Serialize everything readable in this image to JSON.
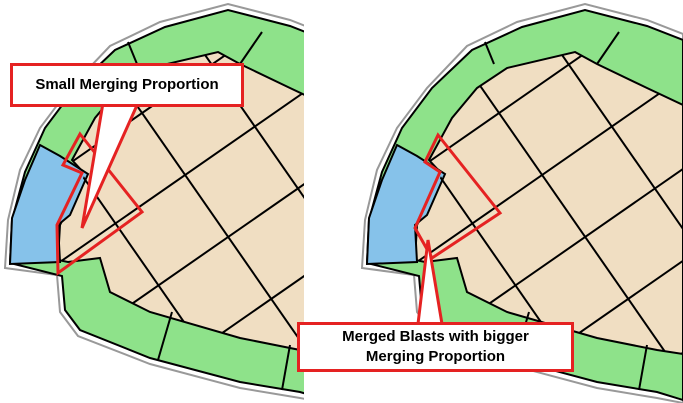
{
  "colors": {
    "green": "#8ee28a",
    "beige": "#f0dec2",
    "blue": "#86c2ea",
    "highlight": "#e52222"
  },
  "left_panel": {
    "callout": "Small Merging Proportion"
  },
  "right_panel": {
    "callout_line1": "Merged Blasts with bigger",
    "callout_line2": "Merging Proportion"
  }
}
